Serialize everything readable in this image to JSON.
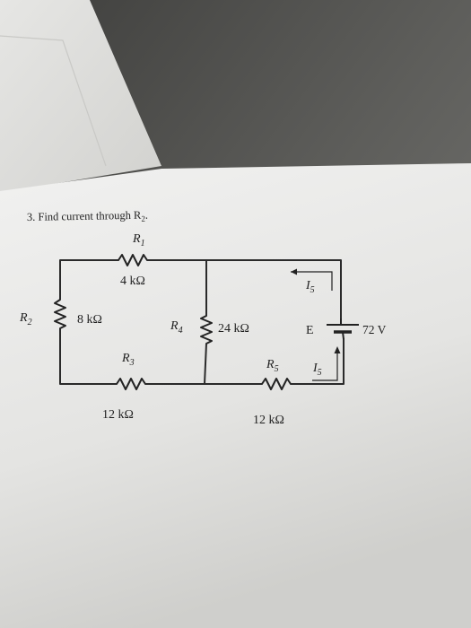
{
  "problem": {
    "heading": "3. Find current through R",
    "heading_sub": "2",
    "heading_end": "."
  },
  "components": {
    "r1": {
      "symbol": "R",
      "sub": "1",
      "value": "4 kΩ"
    },
    "r2": {
      "symbol": "R",
      "sub": "2",
      "value": "8 kΩ"
    },
    "r3": {
      "symbol": "R",
      "sub": "3",
      "value": "12 kΩ"
    },
    "r4": {
      "symbol": "R",
      "sub": "4",
      "value": "24 kΩ"
    },
    "r5": {
      "symbol": "R",
      "sub": "5",
      "value": "12 kΩ"
    },
    "source": {
      "symbol": "E",
      "value": "72 V"
    }
  },
  "currents": {
    "top": {
      "symbol": "I",
      "sub": "5"
    },
    "bottom": {
      "symbol": "I",
      "sub": "5"
    }
  },
  "colors": {
    "background_top": "#4a4a48",
    "background_bottom": "#8a8a88",
    "sheet_back": "#e9e9e7",
    "sheet_front": "#ededec",
    "ink": "#222222"
  }
}
